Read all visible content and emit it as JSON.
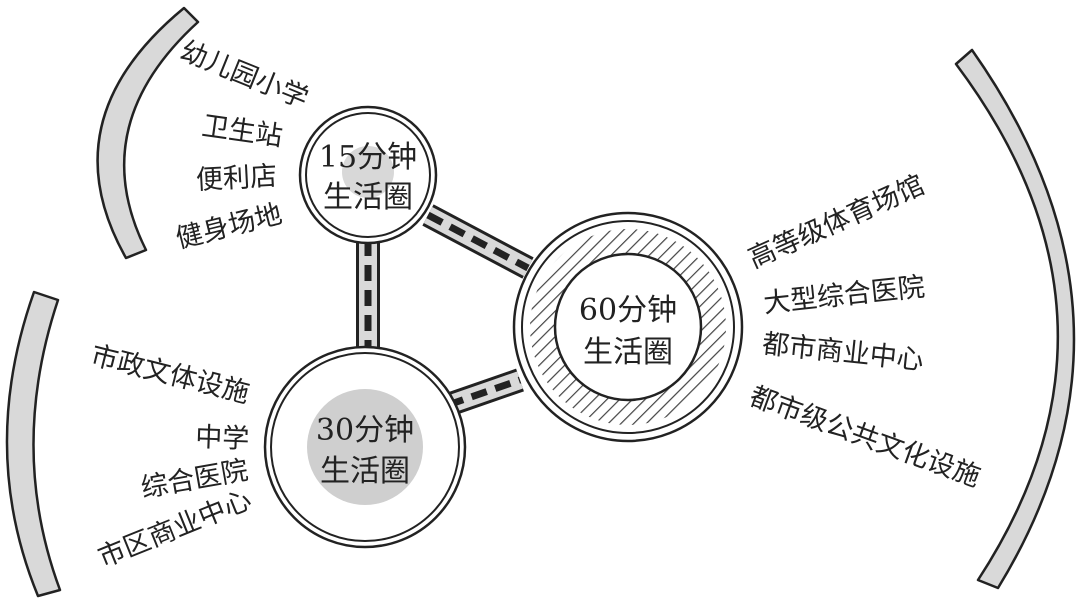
{
  "circles": {
    "c15": {
      "line1": "15分钟",
      "line2": "生活圈"
    },
    "c30": {
      "line1": "30分钟",
      "line2": "生活圈"
    },
    "c60": {
      "line1": "60分钟",
      "line2": "生活圈"
    }
  },
  "groups": {
    "g15": [
      "幼儿园小学",
      "卫生站",
      "便利店",
      "健身场地"
    ],
    "g30": [
      "市政文体设施",
      "中学",
      "综合医院",
      "市区商业中心"
    ],
    "g60": [
      "高等级体育场馆",
      "大型综合医院",
      "都市商业中心",
      "都市级公共文化设施"
    ]
  },
  "colors": {
    "stroke": "#222222",
    "band": "#d9d9d9",
    "innerGray": "#cfcfcf",
    "hatch": "#444444"
  }
}
